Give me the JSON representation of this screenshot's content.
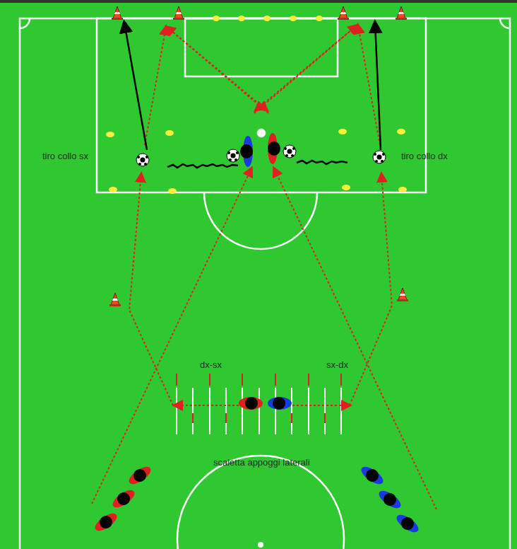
{
  "diagram": {
    "labels": [
      "tiro collo sx",
      "tiro collo dx",
      "dx-sx",
      "sx-dx",
      "scaletta appoggi laterali"
    ]
  }
}
